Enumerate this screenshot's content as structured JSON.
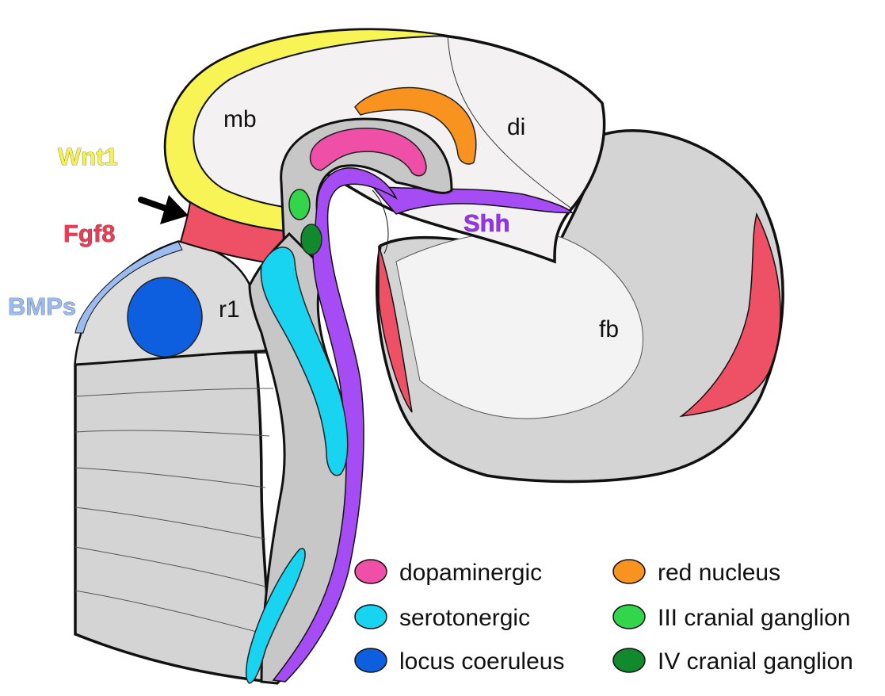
{
  "regions": {
    "mb": "mb",
    "di": "di",
    "r1": "r1",
    "fb": "fb"
  },
  "genes": {
    "wnt1": {
      "label": "Wnt1",
      "color": "#f6f24a"
    },
    "fgf8": {
      "label": "Fgf8",
      "color": "#ee3b54"
    },
    "bmps": {
      "label": "BMPs",
      "color": "#9bbcf0"
    },
    "shh": {
      "label": "Shh",
      "color": "#9b30f0"
    }
  },
  "legend": [
    {
      "label": "dopaminergic",
      "color": "#ef4fa6"
    },
    {
      "label": "red nucleus",
      "color": "#f7931e"
    },
    {
      "label": "serotonergic",
      "color": "#18d4f0"
    },
    {
      "label": "III cranial ganglion",
      "color": "#33d64a"
    },
    {
      "label": "locus coeruleus",
      "color": "#0d5fe0"
    },
    {
      "label": "IV cranial ganglion",
      "color": "#118a2e"
    }
  ]
}
